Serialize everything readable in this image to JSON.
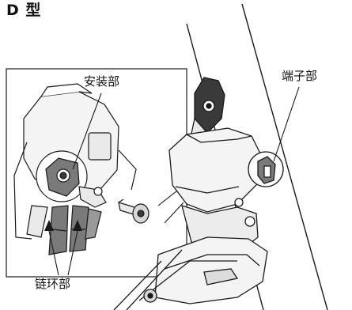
{
  "title": "D 型",
  "labels": {
    "mount": "安装部",
    "terminal": "端子部",
    "chainring": "链环部"
  },
  "colors": {
    "line": "#1a1a1a",
    "highlight_fill": "#7a7a7a",
    "part_fill": "#f4f4f4",
    "dark_fill": "#3a3a3a"
  }
}
